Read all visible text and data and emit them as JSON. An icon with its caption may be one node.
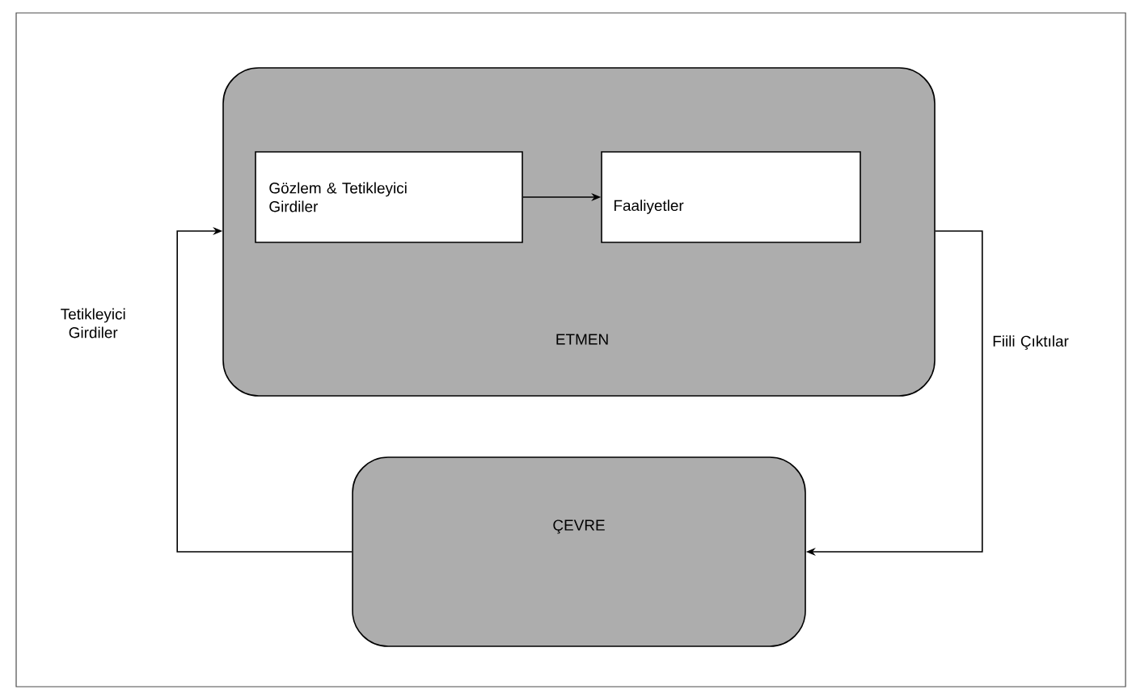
{
  "diagram": {
    "nodes": [
      {
        "text": [
          "ETMEN"
        ]
      },
      {
        "text": [
          "Gözlem & Tetikleyici Girdiler"
        ],
        "in": 0
      },
      {
        "text": [
          "Faaliyetler"
        ],
        "in": 0
      },
      {
        "text": [
          "ÇEVRE"
        ]
      }
    ],
    "edges": [
      {
        "from": 1,
        "to": 2,
        "arrow": "to"
      },
      {
        "from": 0,
        "to": 3,
        "arrow": "to",
        "label": "Fiili Çıktılar"
      },
      {
        "from": 3,
        "to": 0,
        "arrow": "to",
        "label": "Tetikleyici Girdiler"
      }
    ]
  }
}
